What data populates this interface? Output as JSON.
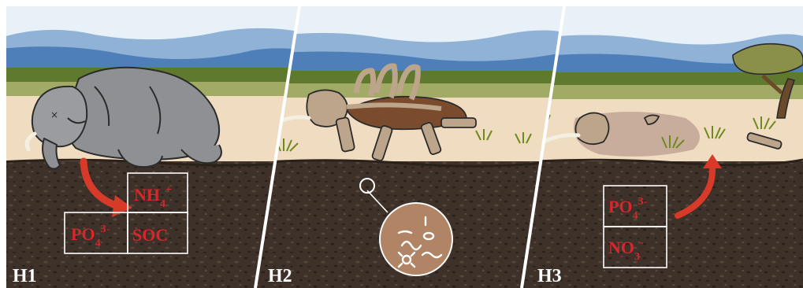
{
  "panels": [
    {
      "label": "H1",
      "nutrient_boxes": [
        {
          "text": "NH",
          "sub": "4",
          "sup": "+"
        },
        {
          "text": "PO",
          "sub": "4",
          "sup": "3-"
        },
        {
          "text": "SOC",
          "sub": "",
          "sup": ""
        }
      ]
    },
    {
      "label": "H2"
    },
    {
      "label": "H3",
      "nutrient_boxes": [
        {
          "text": "PO",
          "sub": "4",
          "sup": "3-"
        },
        {
          "text": "NO",
          "sub": "3",
          "sup": "-"
        }
      ]
    }
  ],
  "colors": {
    "sky": "#e7f1f7",
    "mountain_far": "#7ea5cf",
    "mountain_near": "#4f7fb8",
    "grass_band": "#5f7a2e",
    "savanna_band": "#9fa860",
    "ground": "#f0dcc0",
    "soil": "#3e3129",
    "label_red": "#d8262b",
    "elephant": "#8e9093",
    "bone": "#bca58a",
    "flesh": "#7a4b2c",
    "arrow": "#d83a2a"
  },
  "icons": [
    "elephant-carcass-icon",
    "skeleton-icon",
    "microbe-magnifier-icon",
    "acacia-tree-icon",
    "grass-tuft-icon",
    "curved-arrow-icon"
  ]
}
